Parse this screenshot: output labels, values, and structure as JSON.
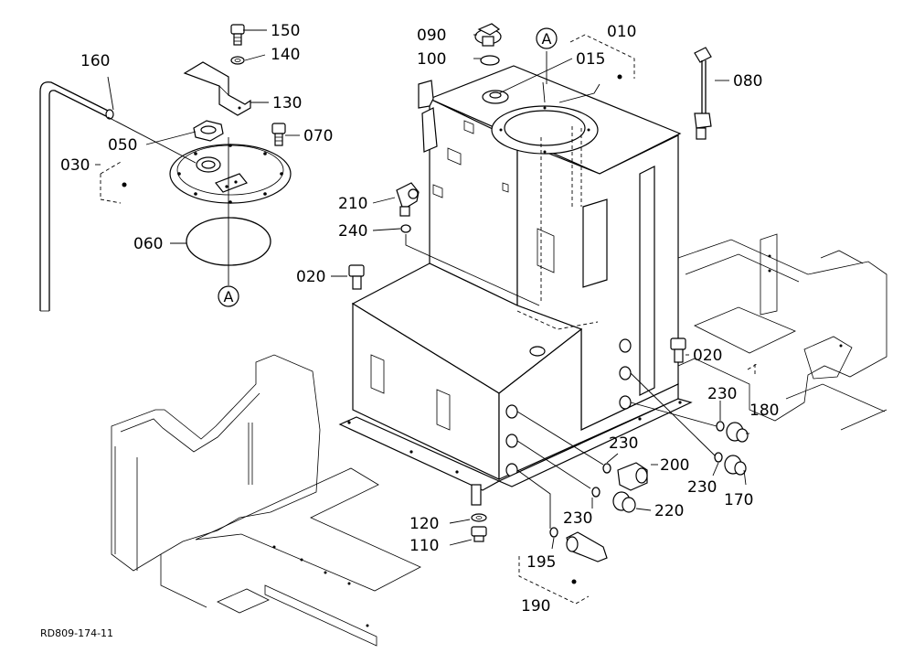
{
  "callouts": {
    "c010": "010",
    "c015": "015",
    "c020a": "020",
    "c020b": "020",
    "c030": "030",
    "c050": "050",
    "c060": "060",
    "c070": "070",
    "c080": "080",
    "c090": "090",
    "c100": "100",
    "c110": "110",
    "c120": "120",
    "c130": "130",
    "c140": "140",
    "c150": "150",
    "c160": "160",
    "c170": "170",
    "c180": "180",
    "c190": "190",
    "c195": "195",
    "c200": "200",
    "c210": "210",
    "c220": "220",
    "c230a": "230",
    "c230b": "230",
    "c230c": "230",
    "c230d": "230",
    "c240": "240"
  },
  "markers": {
    "a_top": "A",
    "a_bottom": "A"
  },
  "drawing_ref": "RD809-174-11"
}
